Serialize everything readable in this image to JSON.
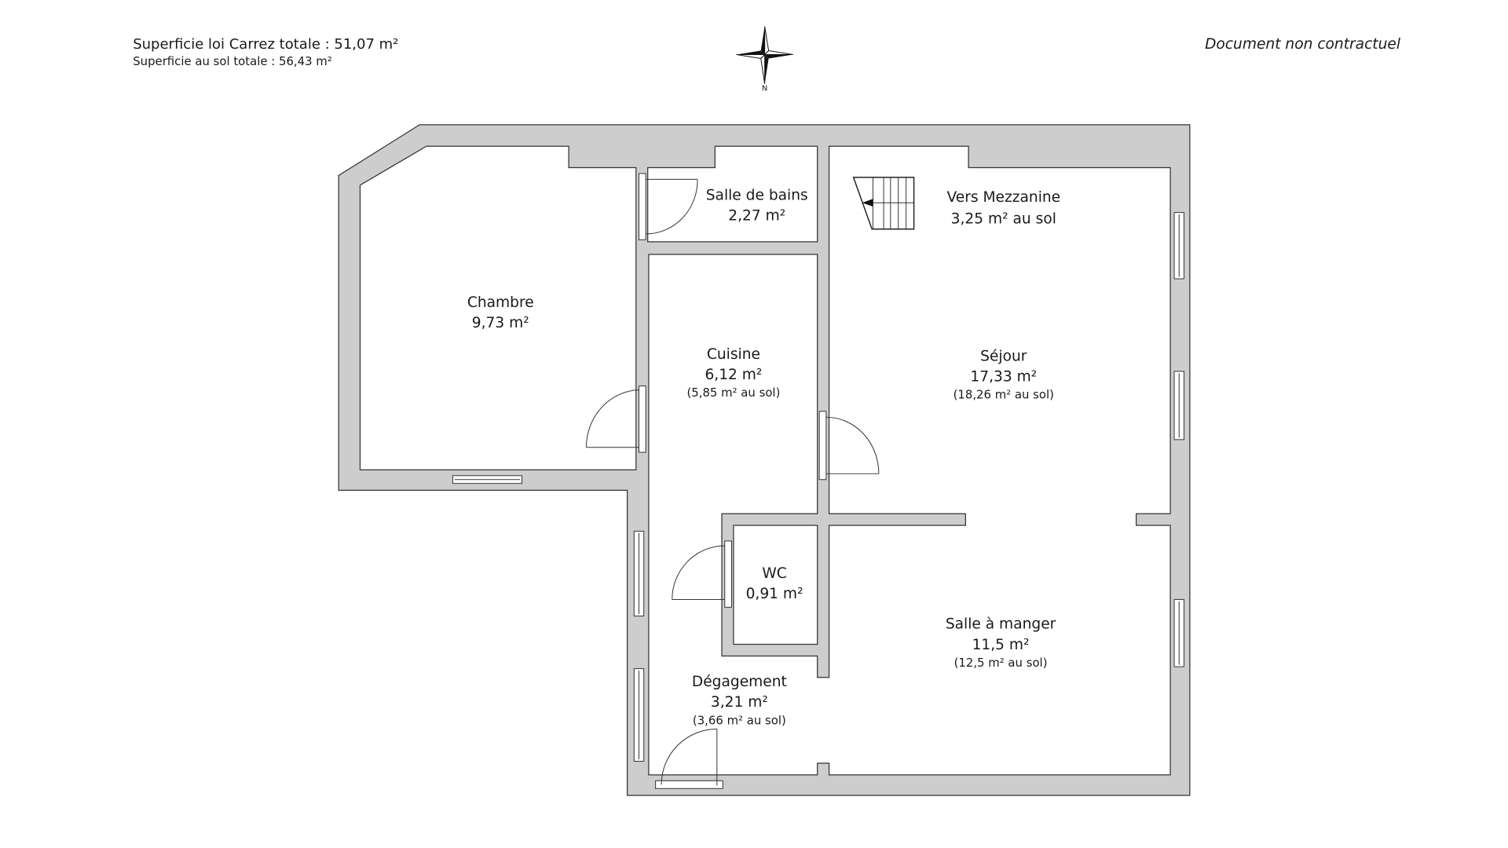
{
  "header": {
    "carrez_total": "Superficie loi Carrez totale :  51,07 m²",
    "ground_total": "Superficie au sol totale :  56,43 m²",
    "disclaimer": "Document non contractuel",
    "compass_label": "N"
  },
  "colors": {
    "wall": "#cdcdcd",
    "outline": "#333333"
  },
  "rooms": {
    "chambre": {
      "name": "Chambre",
      "area": "9,73 m²"
    },
    "salle_de_bains": {
      "name": "Salle de bains",
      "area": "2,27 m²"
    },
    "mezzanine": {
      "name": "Vers Mezzanine",
      "area": "3,25 m² au sol"
    },
    "cuisine": {
      "name": "Cuisine",
      "area": "6,12 m²",
      "ground": "(5,85 m² au sol)"
    },
    "sejour": {
      "name": "Séjour",
      "area": "17,33 m²",
      "ground": "(18,26 m² au sol)"
    },
    "wc": {
      "name": "WC",
      "area": "0,91 m²"
    },
    "salle_a_manger": {
      "name": "Salle à manger",
      "area": "11,5 m²",
      "ground": "(12,5 m² au sol)"
    },
    "degagement": {
      "name": "Dégagement",
      "area": "3,21 m²",
      "ground": "(3,66 m² au sol)"
    }
  }
}
